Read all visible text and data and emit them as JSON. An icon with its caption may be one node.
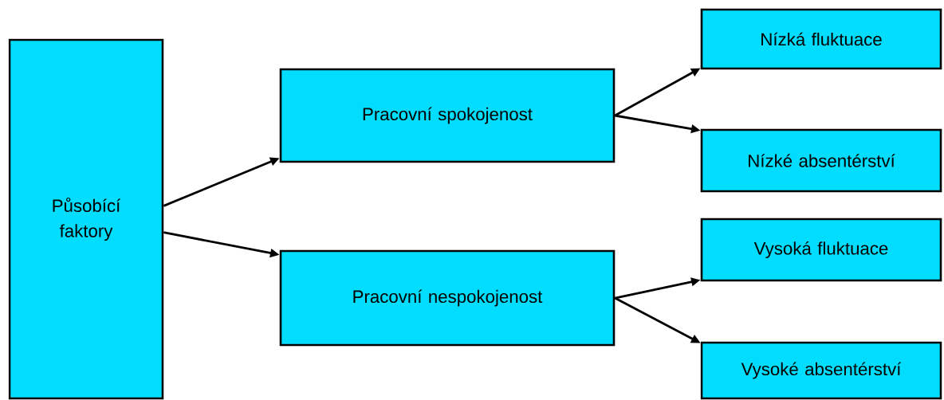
{
  "diagram": {
    "nodes": [
      {
        "text": [
          "Působící faktory"
        ]
      },
      {
        "text": [
          "Pracovní spokojenost"
        ]
      },
      {
        "text": [
          "Pracovní nespokojenost"
        ]
      },
      {
        "text": [
          "Nízká fluktuace"
        ]
      },
      {
        "text": [
          "Nízké absentérství"
        ]
      },
      {
        "text": [
          "Vysoká fluktuace"
        ]
      },
      {
        "text": [
          "Vysoké absentérství"
        ]
      }
    ],
    "edges": [
      {
        "from": 0,
        "to": 1,
        "arrow": "to"
      },
      {
        "from": 0,
        "to": 2,
        "arrow": "to"
      },
      {
        "from": 1,
        "to": 3,
        "arrow": "to"
      },
      {
        "from": 1,
        "to": 4,
        "arrow": "to"
      },
      {
        "from": 2,
        "to": 5,
        "arrow": "to"
      },
      {
        "from": 2,
        "to": 6,
        "arrow": "to"
      }
    ]
  }
}
